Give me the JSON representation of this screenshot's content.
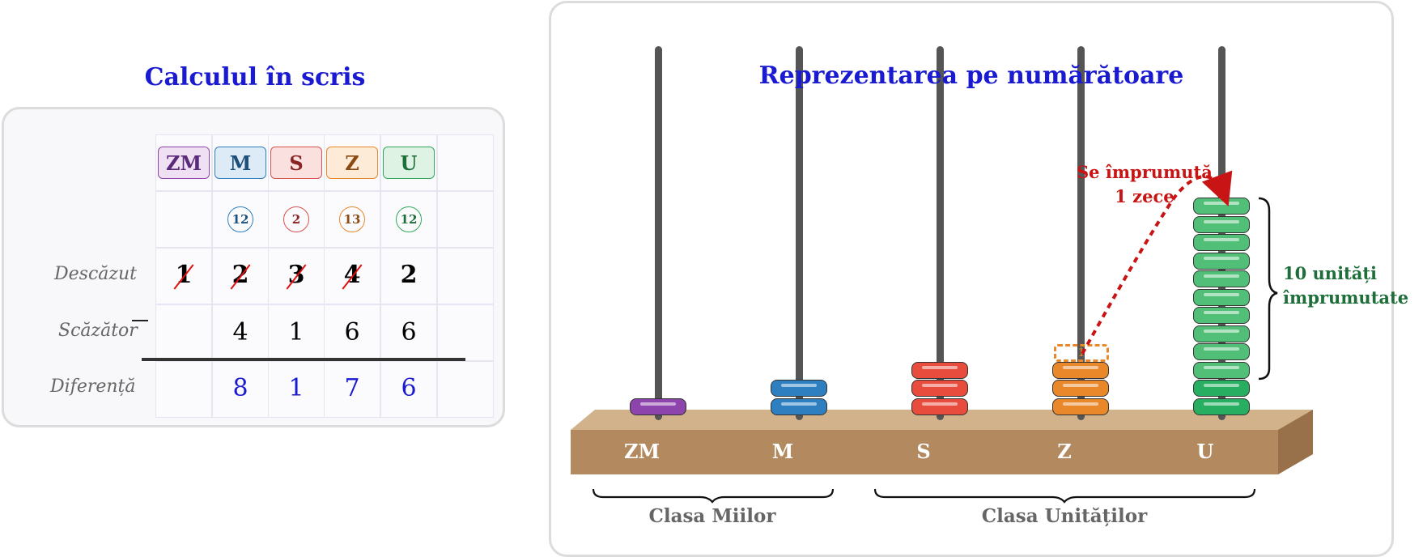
{
  "left": {
    "title": "Calculul în scris",
    "headers": [
      {
        "label": "ZM",
        "bg": "#efe0f4",
        "border": "#8e44ad",
        "color": "#5b2a7a"
      },
      {
        "label": "M",
        "bg": "#dcebf6",
        "border": "#2e7fbf",
        "color": "#1c4f7a"
      },
      {
        "label": "S",
        "bg": "#fbe0e0",
        "border": "#d9534f",
        "color": "#8a2424"
      },
      {
        "label": "Z",
        "bg": "#fdebd8",
        "border": "#e8882a",
        "color": "#8a4a12"
      },
      {
        "label": "U",
        "bg": "#dff3e5",
        "border": "#2ea95a",
        "color": "#1e6e3a"
      }
    ],
    "borrows": [
      {
        "label": "12",
        "border": "#2e7fbf",
        "color": "#1c4f7a"
      },
      {
        "label": "2",
        "border": "#d9534f",
        "color": "#8a2424"
      },
      {
        "label": "13",
        "border": "#e8882a",
        "color": "#8a4a12"
      },
      {
        "label": "12",
        "border": "#2ea95a",
        "color": "#1e6e3a"
      }
    ],
    "labels": {
      "minuend": "Descăzut",
      "subtrahend": "Scăzător",
      "difference": "Diferență"
    },
    "minuend": [
      "1",
      "2",
      "3",
      "4",
      "2"
    ],
    "subtrahend": [
      "4",
      "1",
      "6",
      "6"
    ],
    "difference": [
      "8",
      "1",
      "7",
      "6"
    ]
  },
  "right": {
    "title": "Reprezentarea pe numărătoare",
    "columns": [
      {
        "label": "ZM",
        "beads": 1,
        "color": "#8e44ad"
      },
      {
        "label": "M",
        "beads": 2,
        "color": "#2e7fbf"
      },
      {
        "label": "S",
        "beads": 3,
        "color": "#e74c3c"
      },
      {
        "label": "Z",
        "beads": 3,
        "color": "#e8882a"
      },
      {
        "label": "U",
        "beads": 12,
        "color": "#27ae60"
      }
    ],
    "units_light_color": "#52bf78",
    "borrowed_units": 10,
    "borrow_note": [
      "Se împrumută",
      "1 zece"
    ],
    "units_note": [
      "10 unități",
      "împrumutate"
    ],
    "placeholder": "1",
    "class_thousands": "Clasa Miilor",
    "class_units": "Clasa Unităților",
    "board_colors": {
      "top": "#d2b28a",
      "front": "#b38a60",
      "side": "#98714a"
    }
  }
}
